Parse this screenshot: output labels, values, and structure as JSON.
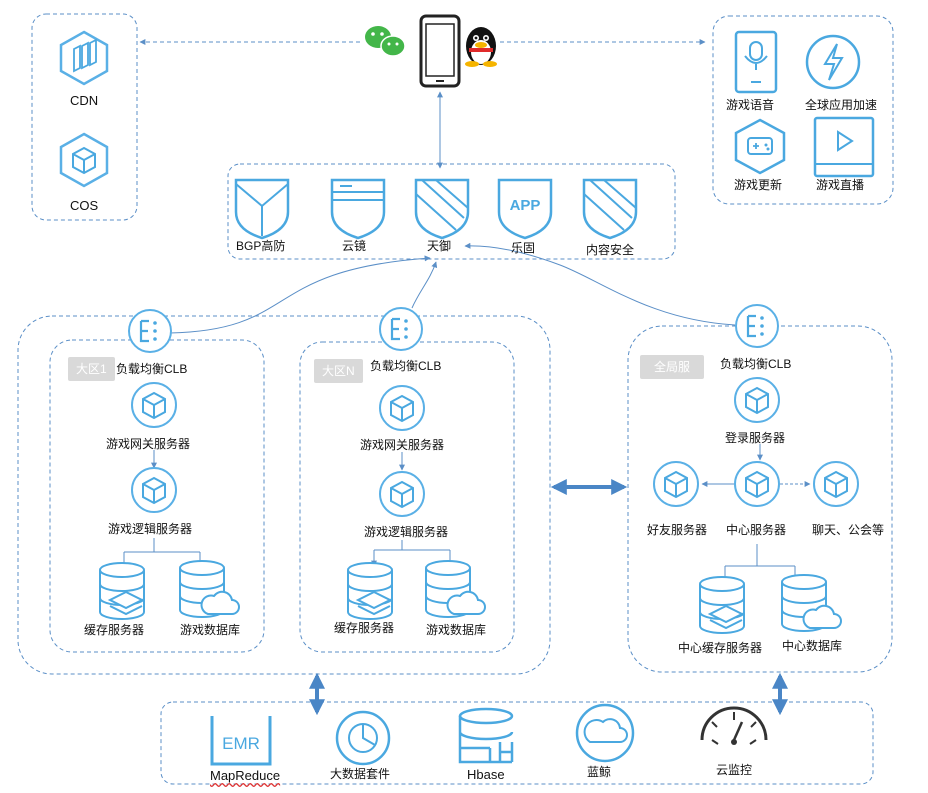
{
  "colors": {
    "line": "#5b8fc7",
    "icon": "#4aa8e0",
    "arrow": "#4a86c6",
    "tag_bg": "#d9d9d9"
  },
  "top": {
    "clients": {
      "wechat_icon": "wechat-icon",
      "phone_icon": "phone-icon",
      "qq_icon": "qq-penguin-icon"
    },
    "cdn_label": "CDN",
    "cos_label": "COS",
    "services": [
      "游戏语音",
      "全球应用加速",
      "游戏更新",
      "游戏直播"
    ]
  },
  "security": [
    "BGP高防",
    "云镜",
    "天御",
    "乐固",
    "内容安全"
  ],
  "region1": {
    "tag": "大区1",
    "clb": "负载均衡CLB",
    "gateway": "游戏网关服务器",
    "logic": "游戏逻辑服务器",
    "cache": "缓存服务器",
    "db": "游戏数据库"
  },
  "regionN": {
    "tag": "大区N",
    "clb": "负载均衡CLB",
    "gateway": "游戏网关服务器",
    "logic": "游戏逻辑服务器",
    "cache": "缓存服务器",
    "db": "游戏数据库"
  },
  "global": {
    "tag": "全局服",
    "clb": "负载均衡CLB",
    "login": "登录服务器",
    "friend": "好友服务器",
    "center": "中心服务器",
    "chat": "聊天、公会等",
    "center_cache": "中心缓存服务器",
    "center_db": "中心数据库"
  },
  "bottom": [
    "MapReduce",
    "大数据套件",
    "Hbase",
    "蓝鲸",
    "云监控"
  ]
}
